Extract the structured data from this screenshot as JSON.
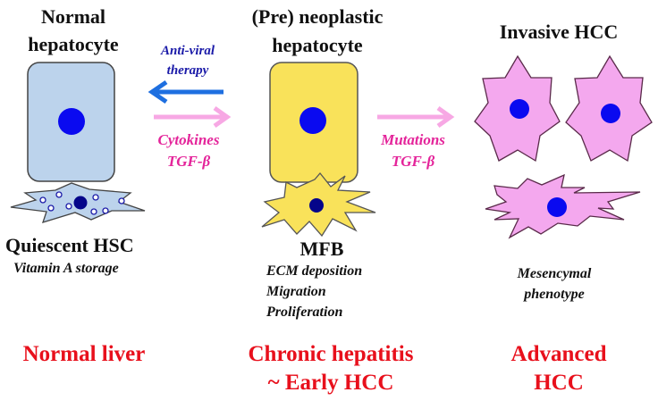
{
  "columns": {
    "normal": {
      "title_line1": "Normal",
      "title_line2": "hepatocyte",
      "hsc_label": "Quiescent HSC",
      "hsc_sub": "Vitamin A storage",
      "stage": "Normal liver"
    },
    "preneoplastic": {
      "title_line1": "(Pre) neoplastic",
      "title_line2": "hepatocyte",
      "mfb_label": "MFB",
      "mfb_features": [
        "ECM deposition",
        "Migration",
        "Proliferation"
      ],
      "stage_line1": "Chronic hepatitis",
      "stage_line2": "~ Early HCC"
    },
    "invasive": {
      "title": "Invasive HCC",
      "phenotype_line1": "Mesencymal",
      "phenotype_line2": "phenotype",
      "stage_line1": "Advanced",
      "stage_line2": "HCC"
    }
  },
  "arrows": {
    "antiviral": {
      "line1": "Anti-viral",
      "line2": "therapy",
      "direction": "left",
      "color": "#1e6fe0"
    },
    "cytokines": {
      "line1": "Cytokines",
      "line2": "TGF-β",
      "direction": "right",
      "color": "#f7a8e4"
    },
    "mutations": {
      "line1": "Mutations",
      "line2": "TGF-β",
      "direction": "right",
      "color": "#f7a8e4"
    }
  },
  "colors": {
    "normal_cell": "#bcd3ec",
    "neoplastic_cell": "#f9e25a",
    "invasive_cell": "#f4a8ee",
    "nucleus": "#0a0af0",
    "hsc_nucleus": "#05058a",
    "stage_text": "#e8101c"
  }
}
